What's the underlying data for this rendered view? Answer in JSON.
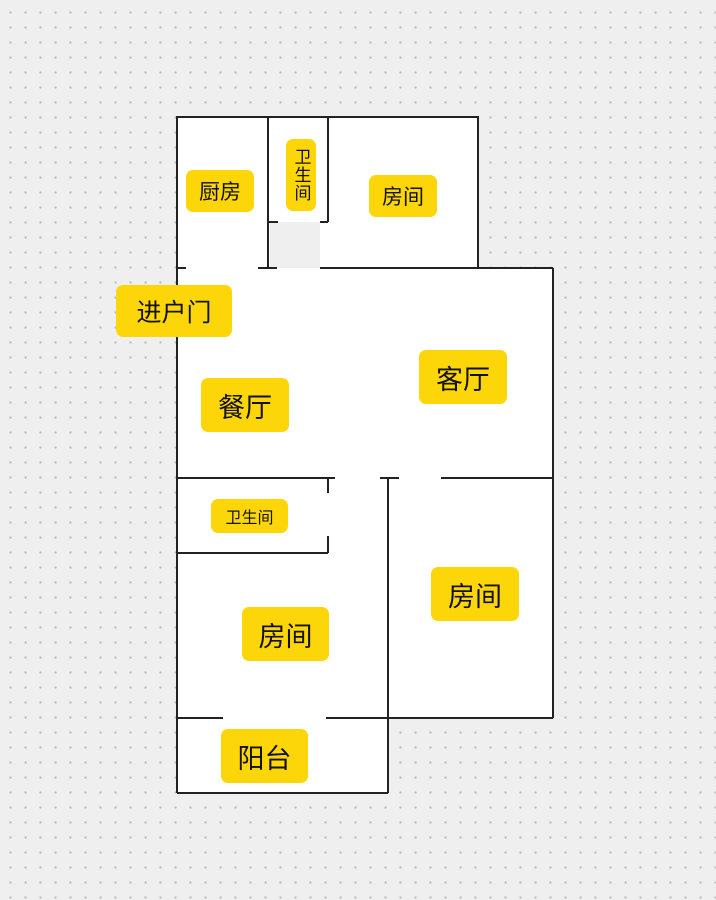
{
  "rooms": {
    "kitchen": "厨房",
    "bathroom_top": "卫生间",
    "bedroom_top": "房间",
    "entrance": "进户门",
    "dining": "餐厅",
    "living": "客厅",
    "bathroom_bottom": "卫生间",
    "bedroom_bottom_left": "房间",
    "bedroom_right": "房间",
    "balcony": "阳台"
  },
  "colors": {
    "label_bg": "#fdd60a",
    "wall": "#222222",
    "floor": "#ffffff"
  }
}
